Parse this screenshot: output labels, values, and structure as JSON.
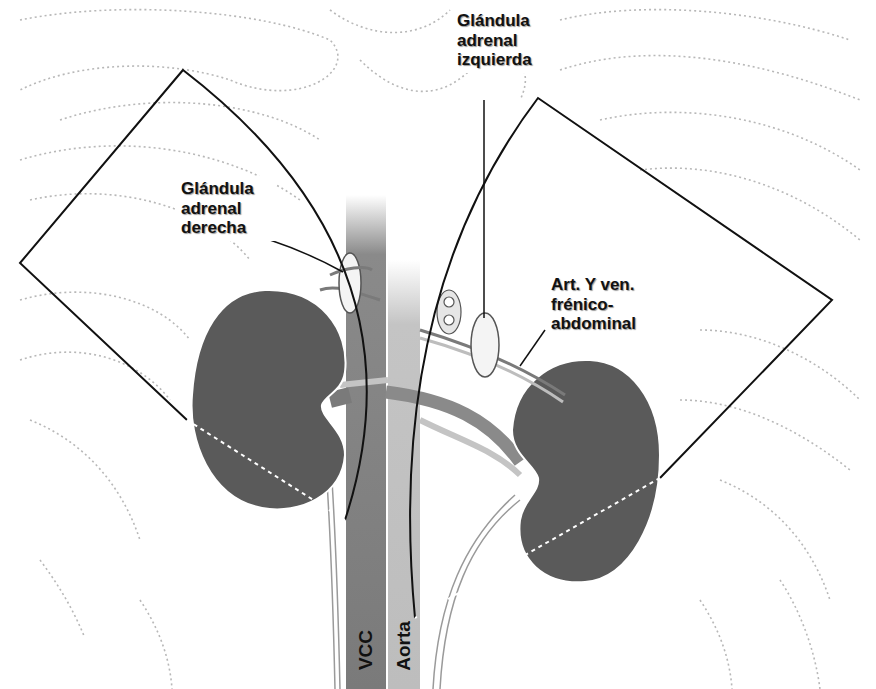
{
  "diagram": {
    "labels": [
      "Glándula adrenal izquierda",
      "Glándula adrenal derecha",
      "Art. Y ven. frénico-abdominal",
      "VCC",
      "Aorta"
    ]
  }
}
